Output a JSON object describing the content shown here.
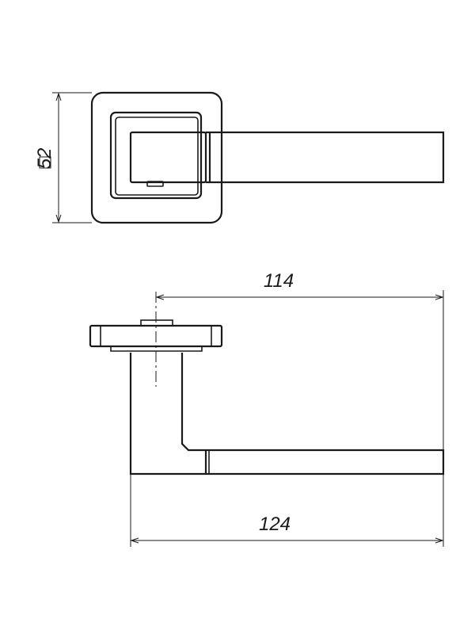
{
  "dimensions": {
    "rose_size": "52",
    "rose_size_symbol": "□",
    "length_short": "114",
    "length_long": "124"
  }
}
